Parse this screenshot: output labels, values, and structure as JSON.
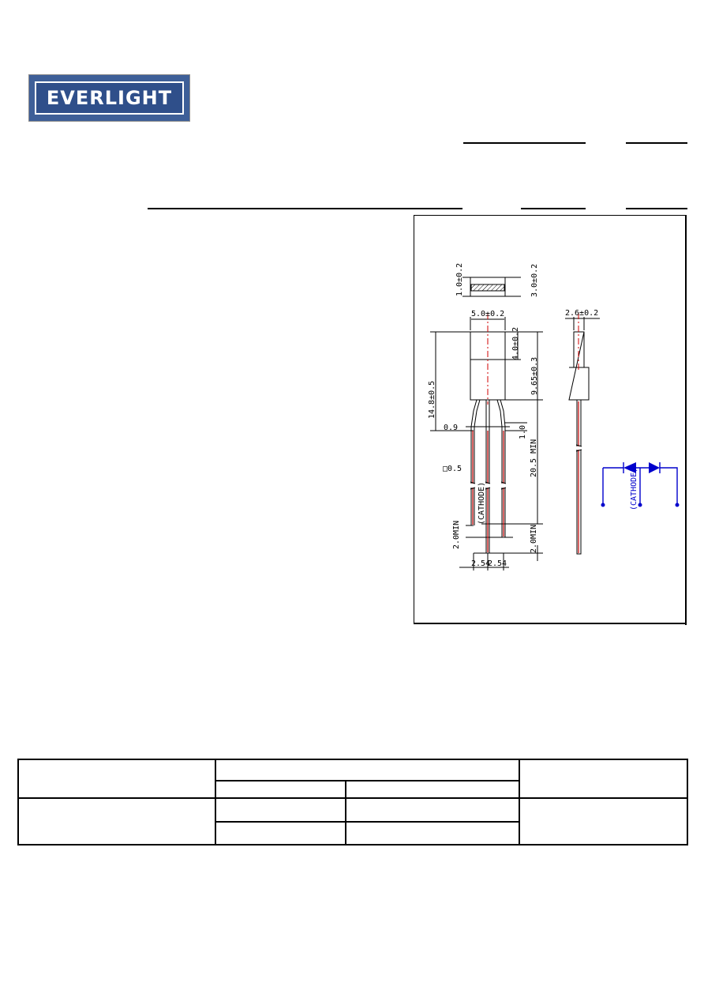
{
  "brand": {
    "logo_text": "EVERLIGHT"
  },
  "drawing": {
    "dims": {
      "lens_thickness": "1.0±0.2",
      "lens_height": "3.0±0.2",
      "body_width": "5.0±0.2",
      "side_width": "2.6±0.2",
      "upper_height": "4.0±0.2",
      "body_height": "9.65±0.3",
      "overall_height": "14.8±0.5",
      "lead_pitch_offset": "0.9",
      "standoff": "1.0",
      "lead_square": "□0.5",
      "lead_length": "20.5 MIN",
      "cathode_label": "(CATHODE)",
      "min_left": "2.0MIN",
      "min_right": "2.0MIN",
      "pitch_left": "2.54",
      "pitch_right": "2.54",
      "schematic_cathode": "(CATHODE)"
    },
    "colors": {
      "line": "#000000",
      "lead": "#c00000",
      "center": "#d00000",
      "schematic": "#0000cc"
    }
  }
}
